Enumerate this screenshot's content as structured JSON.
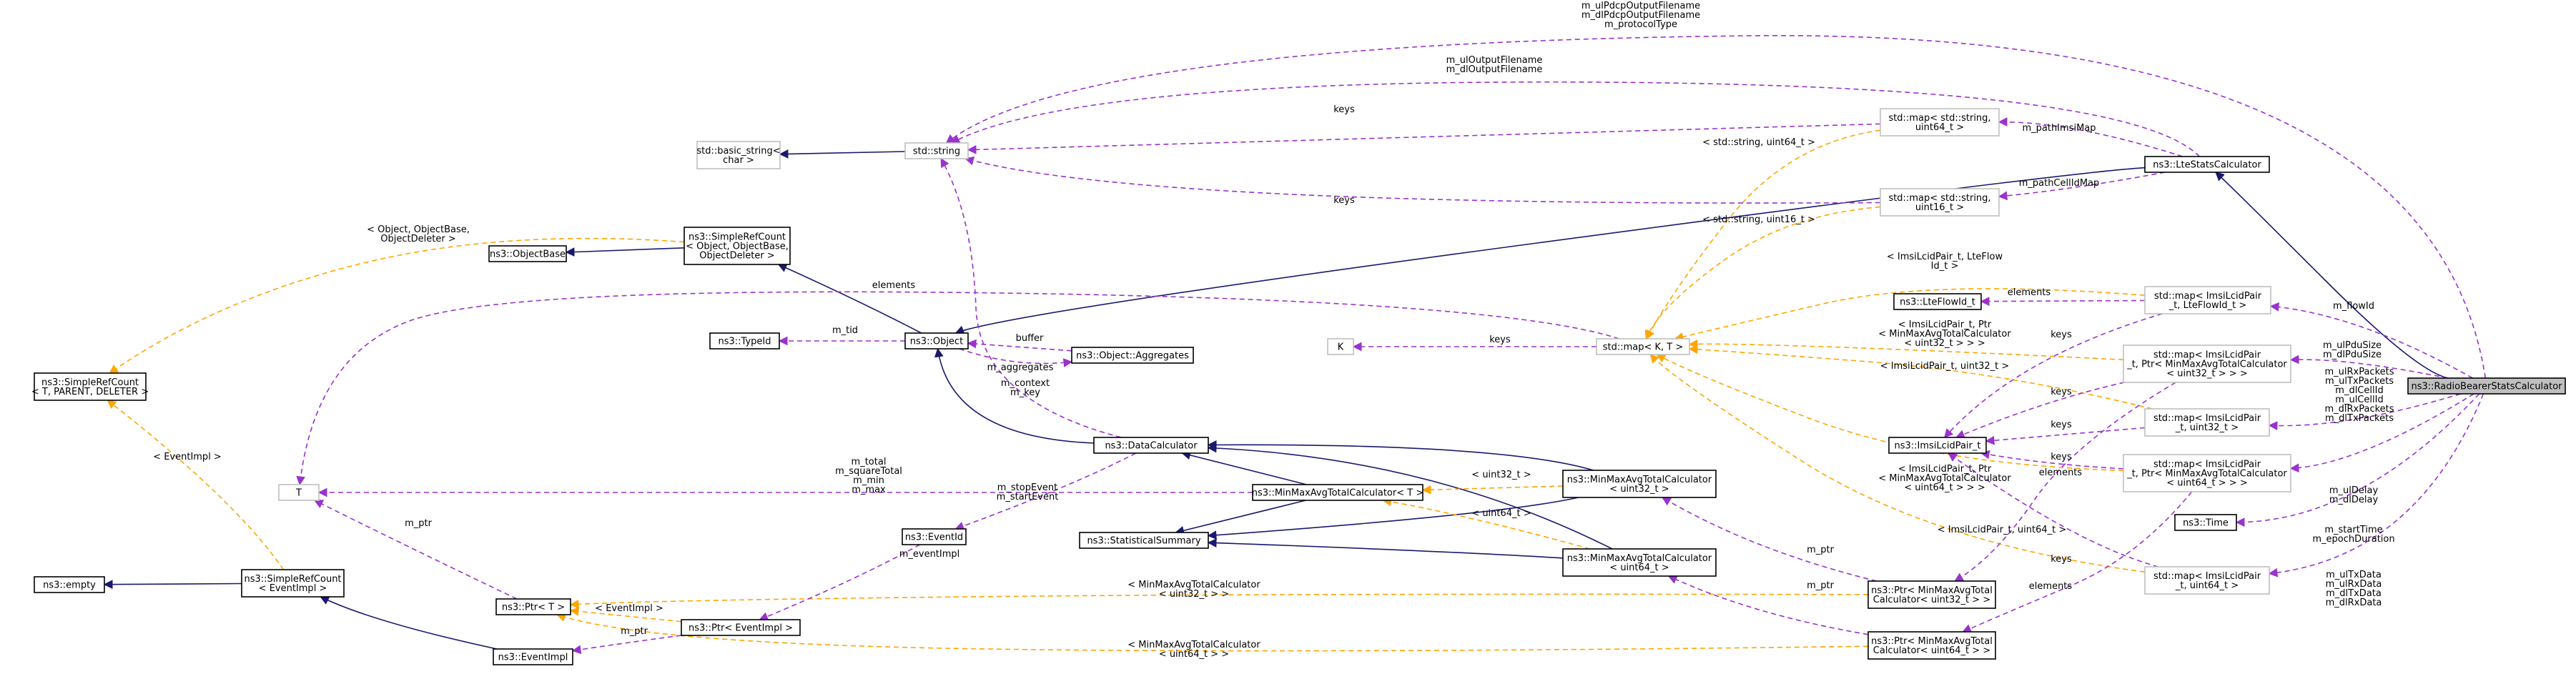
{
  "colors": {
    "inheritance": "#191970",
    "usage": "#9a32cd",
    "template": "#ffa500",
    "focus_fill": "#bfbfbf",
    "std_border": "#bfbfbf",
    "ns3_border": "#000000"
  },
  "nodes": {
    "radio_bearer_stats_calculator": [
      "ns3::RadioBearerStatsCalculator"
    ],
    "lte_stats_calculator": [
      "ns3::LteStatsCalculator"
    ],
    "object": [
      "ns3::Object"
    ],
    "simple_ref_count_object": [
      "ns3::SimpleRefCount",
      "< Object, ObjectBase,",
      "ObjectDeleter >"
    ],
    "object_base": [
      "ns3::ObjectBase"
    ],
    "simple_ref_count_template": [
      "ns3::SimpleRefCount",
      "< T, PARENT, DELETER >"
    ],
    "type_id": [
      "ns3::TypeId"
    ],
    "object_aggregates": [
      "ns3::Object::Aggregates"
    ],
    "data_calculator": [
      "ns3::DataCalculator"
    ],
    "event_id": [
      "ns3::EventId"
    ],
    "ptr_event_impl": [
      "ns3::Ptr< EventImpl >"
    ],
    "event_impl": [
      "ns3::EventImpl"
    ],
    "simple_ref_count_event": [
      "ns3::SimpleRefCount",
      "< EventImpl >"
    ],
    "empty": [
      "ns3::empty"
    ],
    "ptr_t": [
      "ns3::Ptr< T >"
    ],
    "t": [
      "T"
    ],
    "statistical_summary": [
      "ns3::StatisticalSummary"
    ],
    "min_max_t": [
      "ns3::MinMaxAvgTotalCalculator< T >"
    ],
    "min_max_uint32": [
      "ns3::MinMaxAvgTotalCalculator",
      "< uint32_t >"
    ],
    "min_max_uint64": [
      "ns3::MinMaxAvgTotalCalculator",
      "< uint64_t >"
    ],
    "ptr_min_max_uint32": [
      "ns3::Ptr< MinMaxAvgTotal",
      "Calculator< uint32_t > >"
    ],
    "ptr_min_max_uint64": [
      "ns3::Ptr< MinMaxAvgTotal",
      "Calculator< uint64_t > >"
    ],
    "basic_string": [
      "std::basic_string<",
      "char >"
    ],
    "std_string": [
      "std::string"
    ],
    "map_string_uint64": [
      "std::map< std::string,",
      "uint64_t >"
    ],
    "map_string_uint16": [
      "std::map< std::string,",
      "uint16_t >"
    ],
    "map_k_t": [
      "std::map< K, T >"
    ],
    "k": [
      "K"
    ],
    "lte_flow_id": [
      "ns3::LteFlowId_t"
    ],
    "imsi_lcid_pair": [
      "ns3::ImsiLcidPair_t"
    ],
    "map_imsi_lte_flow": [
      "std::map< ImsiLcidPair",
      "_t, LteFlowId_t >"
    ],
    "map_imsi_ptr_uint32": [
      "std::map< ImsiLcidPair",
      "_t, Ptr< MinMaxAvgTotalCalculator",
      "< uint32_t > > >"
    ],
    "map_imsi_uint32": [
      "std::map< ImsiLcidPair",
      "_t, uint32_t >"
    ],
    "map_imsi_ptr_uint64": [
      "std::map< ImsiLcidPair",
      "_t, Ptr< MinMaxAvgTotalCalculator",
      "< uint64_t > > >"
    ],
    "map_imsi_uint64": [
      "std::map< ImsiLcidPair",
      "_t, uint64_t >"
    ],
    "time": [
      "ns3::Time"
    ]
  },
  "edge_labels": {
    "ul_pdcp_output": [
      "m_ulPdcpOutputFilename",
      "m_dlPdcpOutputFilename",
      "m_protocolType"
    ],
    "ul_output": [
      "m_ulOutputFilename",
      "m_dlOutputFilename"
    ],
    "keys_1": [
      "keys"
    ],
    "keys_2": [
      "keys"
    ],
    "keys_3": [
      "keys"
    ],
    "keys_4": [
      "keys"
    ],
    "keys_5": [
      "keys"
    ],
    "keys_6": [
      "keys"
    ],
    "keys_7": [
      "keys"
    ],
    "keys_8": [
      "keys"
    ],
    "path_imsi_map": [
      "m_pathImsiMap"
    ],
    "path_cellid_map": [
      "m_pathCellIdMap"
    ],
    "std_string_uint64": [
      "< std::string, uint64_t >"
    ],
    "std_string_uint16": [
      "< std::string, uint16_t >"
    ],
    "imsi_lte_flow_tmpl": [
      "< ImsiLcidPair_t, LteFlow",
      "Id_t >"
    ],
    "imsi_ptr_uint32_tmpl": [
      "< ImsiLcidPair_t, Ptr",
      "< MinMaxAvgTotalCalculator",
      "< uint32_t > > >"
    ],
    "imsi_uint32_tmpl": [
      "< ImsiLcidPair_t, uint32_t >"
    ],
    "imsi_ptr_uint64_tmpl": [
      "< ImsiLcidPair_t, Ptr",
      "< MinMaxAvgTotalCalculator",
      "< uint64_t > > >"
    ],
    "imsi_uint64_tmpl": [
      "< ImsiLcidPair_t, uint64_t >"
    ],
    "elements_1": [
      "elements"
    ],
    "elements_2": [
      "elements"
    ],
    "elements_3": [
      "elements"
    ],
    "elements_4": [
      "elements"
    ],
    "object_tmpl": [
      "< Object, ObjectBase,",
      "ObjectDeleter >"
    ],
    "event_impl_tmpl": [
      "< EventImpl >"
    ],
    "event_impl_tmpl_2": [
      "< EventImpl >"
    ],
    "m_tid": [
      "m_tid"
    ],
    "buffer": [
      "buffer"
    ],
    "m_aggregates": [
      "m_aggregates"
    ],
    "m_context": [
      "m_context",
      "m_key"
    ],
    "m_stop_event": [
      "m_stopEvent",
      "m_startEvent"
    ],
    "m_event_impl": [
      "m_eventImpl"
    ],
    "m_ptr_1": [
      "m_ptr"
    ],
    "m_ptr_2": [
      "m_ptr"
    ],
    "m_ptr_3": [
      "m_ptr"
    ],
    "m_ptr_4": [
      "m_ptr"
    ],
    "m_total": [
      "m_total",
      "m_squareTotal",
      "m_min",
      "m_max"
    ],
    "uint32_tmpl": [
      "< uint32_t >"
    ],
    "uint64_tmpl": [
      "< uint64_t >"
    ],
    "min_max_uint32_tmpl": [
      "< MinMaxAvgTotalCalculator",
      "< uint32_t > >"
    ],
    "min_max_uint64_tmpl": [
      "< MinMaxAvgTotalCalculator",
      "< uint64_t > >"
    ],
    "flow_id": [
      "m_flowId"
    ],
    "pdu_size": [
      "m_ulPduSize",
      "m_dlPduSize"
    ],
    "rx_tx_packets": [
      "m_ulRxPackets",
      "m_ulTxPackets",
      "m_dlCellId",
      "m_ulCellId",
      "m_dlRxPackets",
      "m_dlTxPackets"
    ],
    "delay": [
      "m_ulDelay",
      "m_dlDelay"
    ],
    "start_time": [
      "m_startTime",
      "m_epochDuration"
    ],
    "tx_data": [
      "m_ulTxData",
      "m_ulRxData",
      "m_dlTxData",
      "m_dlRxData"
    ]
  }
}
